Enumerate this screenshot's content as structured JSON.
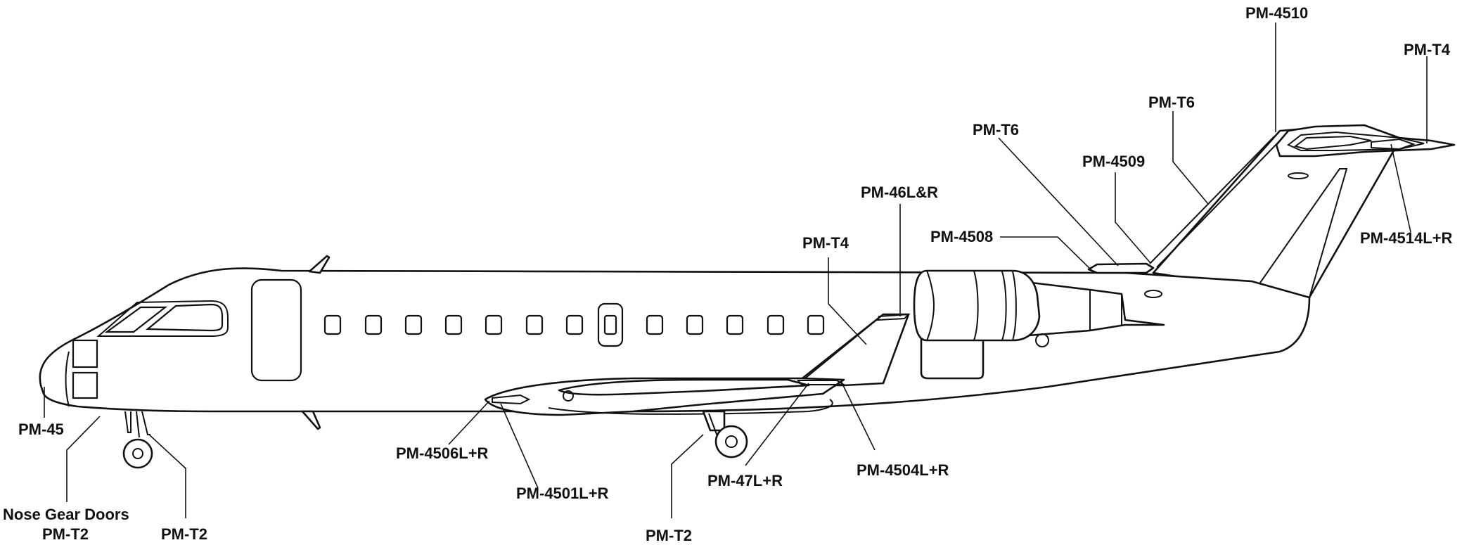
{
  "labels": {
    "pm_4510": "PM-4510",
    "pm_t4_tail": "PM-T4",
    "pm_t6_fin": "PM-T6",
    "pm_t6_fillet": "PM-T6",
    "pm_4509": "PM-4509",
    "pm_46lr": "PM-46L&R",
    "pm_4508": "PM-4508",
    "pm_t4_wing": "PM-T4",
    "pm_4514lr": "PM-4514L+R",
    "pm_45": "PM-45",
    "nose_gear_doors": "Nose Gear Doors",
    "pm_t2_nose_doors": "PM-T2",
    "pm_t2_nose_gear": "PM-T2",
    "pm_4506lr": "PM-4506L+R",
    "pm_4501lr": "PM-4501L+R",
    "pm_t2_main_gear": "PM-T2",
    "pm_47lr": "PM-47L+R",
    "pm_4504lr": "PM-4504L+R"
  },
  "colors": {
    "line": "#111111",
    "background": "#ffffff"
  }
}
